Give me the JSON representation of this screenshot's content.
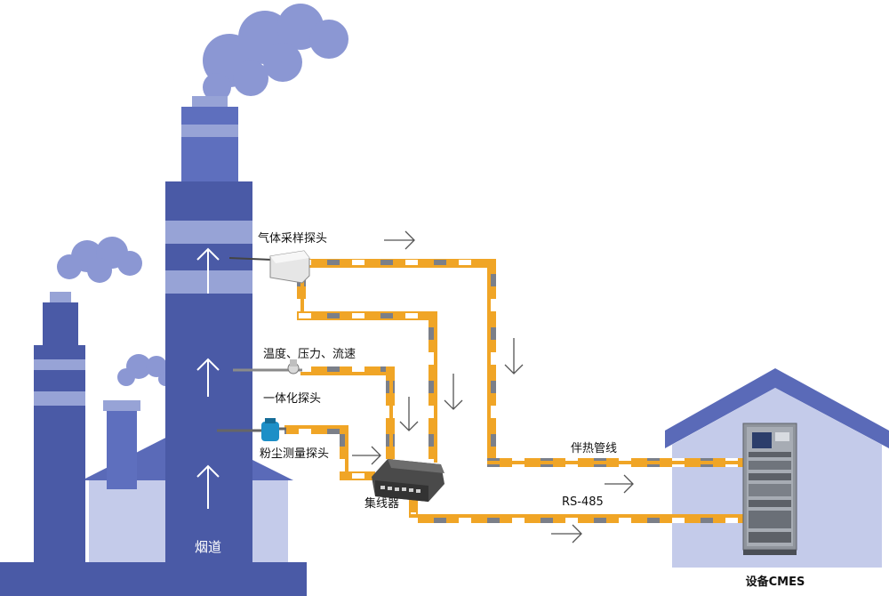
{
  "labels": {
    "gas_probe": "气体采样探头",
    "temp_probe_line1": "温度、压力、流速",
    "temp_probe_line2": "一体化探头",
    "dust_probe": "粉尘测量探头",
    "hub": "集线器",
    "heat_line": "伴热管线",
    "rs485": "RS-485",
    "flue": "烟道",
    "cmes": "设备CMES"
  },
  "colors": {
    "chimney_dark": "#4a5aa6",
    "chimney_mid": "#5e6fbe",
    "chimney_band": "#97a3d6",
    "smoke": "#8b97d3",
    "building": "#c4cbea",
    "building_roof": "#5a6ab8",
    "pipe_orange": "#f0a526",
    "pipe_gray": "#7b7f88",
    "arrow_white": "#ffffff",
    "arrow_dark": "#555555"
  }
}
